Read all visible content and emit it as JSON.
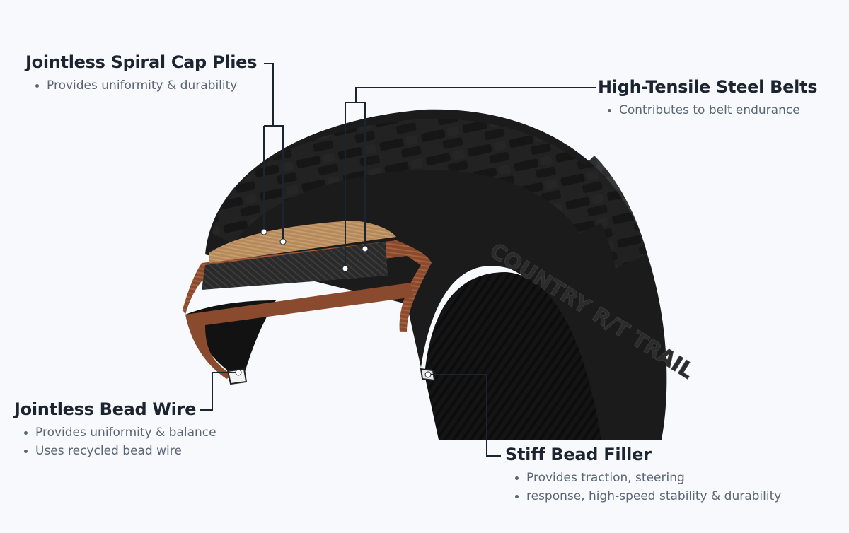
{
  "callouts": {
    "cap_plies": {
      "title": "Jointless Spiral Cap Plies",
      "bullets": [
        "Provides uniformity & durability"
      ]
    },
    "steel_belts": {
      "title": "High-Tensile Steel Belts",
      "bullets": [
        "Contributes to belt endurance"
      ]
    },
    "bead_wire": {
      "title": "Jointless Bead Wire",
      "bullets": [
        "Provides uniformity & balance",
        "Uses recycled bead wire"
      ]
    },
    "bead_filler": {
      "title": "Stiff Bead Filler",
      "bullets": [
        "Provides traction, steering",
        "response, high-speed stability & durability"
      ]
    }
  },
  "sidewall_text": "COUNTRY R/T TRAIL",
  "colors": {
    "background": "#f7f9fc",
    "heading": "#1c2430",
    "body_text": "#5b6573",
    "tire_rubber": "#1b1b1b",
    "cap_ply": "#b48a5c",
    "steel_belt": "#2a2a2a",
    "body_ply": "#8a4a2e",
    "leader_line": "#1c2430"
  }
}
